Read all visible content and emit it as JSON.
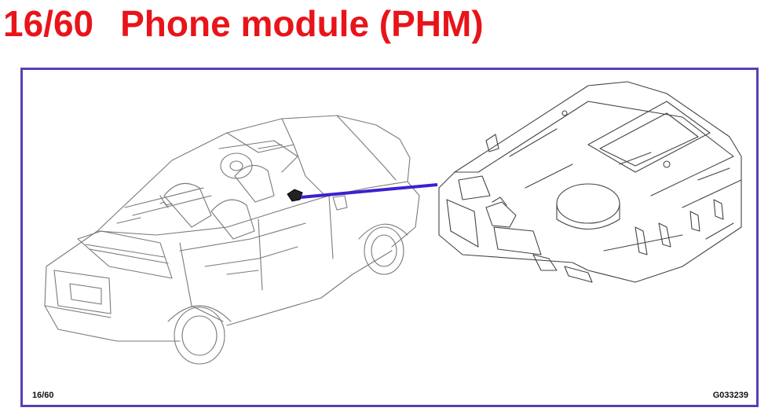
{
  "title": {
    "number": "16/60",
    "text": "Phone module (PHM)"
  },
  "figure": {
    "ref_left": "16/60",
    "ref_right": "G033239"
  },
  "colors": {
    "title": "#e8141a",
    "frame_border": "#5a3fb5",
    "pointer_line": "#3f1fd0",
    "line_art": "#7a7a7a"
  }
}
